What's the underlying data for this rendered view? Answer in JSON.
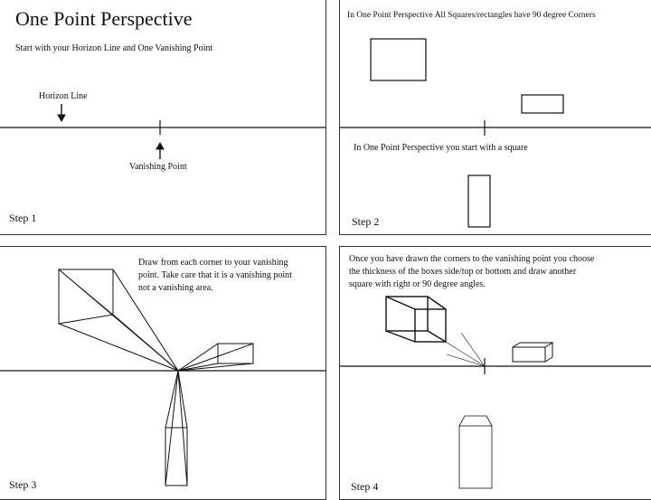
{
  "panels": {
    "step1": {
      "title": "One Point Perspective",
      "subtitle": "Start with your Horizon Line and One Vanishing Point",
      "horizon_label": "Horizon Line",
      "vp_label": "Vanishing Point",
      "step": "Step 1"
    },
    "step2": {
      "text_top": "In One Point Perspective All Squares/rectangles have 90 degree Corners",
      "text_mid": "In One Point Perspective you start with a square",
      "step": "Step 2"
    },
    "step3": {
      "text": [
        "Draw from each corner to your vanishing",
        "point. Take care that it is a vanishing point",
        "not a vanishing area."
      ],
      "step": "Step 3"
    },
    "step4": {
      "text": [
        "Once you have drawn the corners to the vanishing point you choose",
        "the thickness of the boxes side/top or bottom and draw another",
        "square with right or 90 degree angles."
      ],
      "step": "Step 4"
    }
  }
}
